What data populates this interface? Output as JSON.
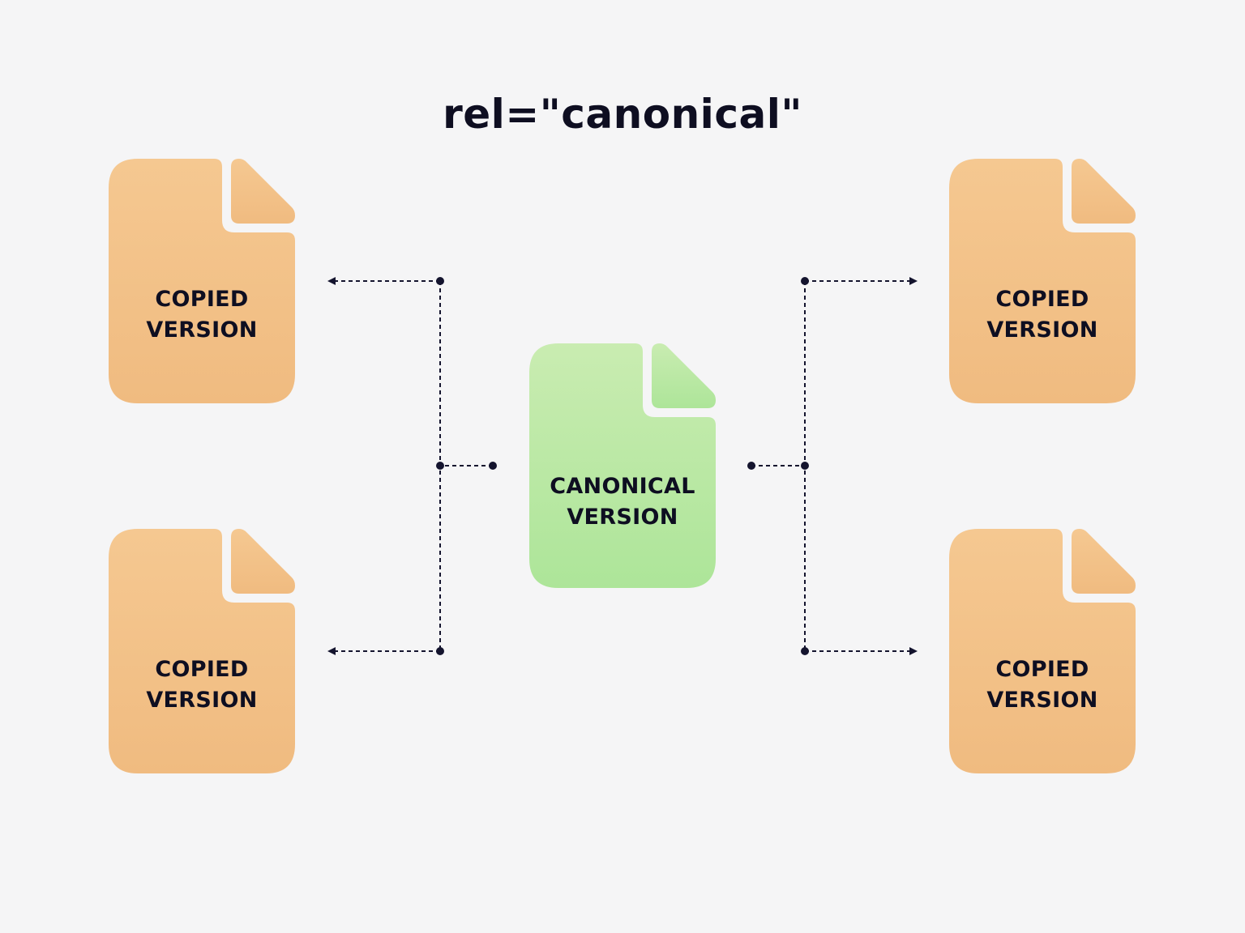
{
  "title": "rel=\"canonical\"",
  "colors": {
    "background": "#f5f5f6",
    "text": "#0e0e21",
    "connector": "#14142e",
    "copied_top": "#f5c891",
    "copied_bottom": "#f0bb80",
    "canonical_top": "#c9ecb1",
    "canonical_bottom": "#ade599"
  },
  "canonical": {
    "line1": "CANONICAL",
    "line2": "VERSION",
    "icon": "document-icon"
  },
  "copies": [
    {
      "id": "top-left",
      "line1": "COPIED",
      "line2": "VERSION",
      "icon": "document-icon"
    },
    {
      "id": "bottom-left",
      "line1": "COPIED",
      "line2": "VERSION",
      "icon": "document-icon"
    },
    {
      "id": "top-right",
      "line1": "COPIED",
      "line2": "VERSION",
      "icon": "document-icon"
    },
    {
      "id": "bottom-right",
      "line1": "COPIED",
      "line2": "VERSION",
      "icon": "document-icon"
    }
  ],
  "connections": [
    {
      "from": "canonical",
      "to": "top-left",
      "style": "dashed-arrow"
    },
    {
      "from": "canonical",
      "to": "bottom-left",
      "style": "dashed-arrow"
    },
    {
      "from": "canonical",
      "to": "top-right",
      "style": "dashed-arrow"
    },
    {
      "from": "canonical",
      "to": "bottom-right",
      "style": "dashed-arrow"
    }
  ]
}
